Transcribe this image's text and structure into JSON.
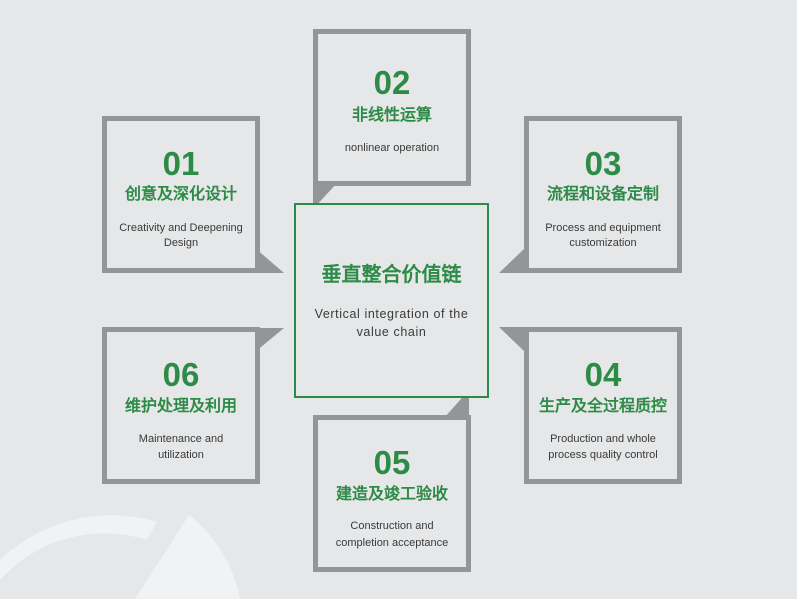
{
  "center": {
    "title": "垂直整合价值链",
    "subtitle": "Vertical integration of the value chain"
  },
  "items": [
    {
      "num": "01",
      "title": "创意及深化设计",
      "desc_line1": "Creativity and Deepening",
      "desc_line2": "Design"
    },
    {
      "num": "02",
      "title": "非线性运算",
      "desc_line1": "nonlinear operation",
      "desc_line2": ""
    },
    {
      "num": "03",
      "title": "流程和设备定制",
      "desc_line1": "Process and equipment",
      "desc_line2": "customization"
    },
    {
      "num": "04",
      "title": "生产及全过程质控",
      "desc_line1": "Production and whole",
      "desc_line2": "process quality control"
    },
    {
      "num": "05",
      "title": "建造及竣工验收",
      "desc_line1": "Construction and",
      "desc_line2": "completion acceptance"
    },
    {
      "num": "06",
      "title": "维护处理及利用",
      "desc_line1": "Maintenance and",
      "desc_line2": "utilization"
    }
  ],
  "colors": {
    "accent_green": "#2e8b47",
    "frame_gray": "#939598",
    "background": "#e6e7e8",
    "text": "#3a3a3a"
  }
}
